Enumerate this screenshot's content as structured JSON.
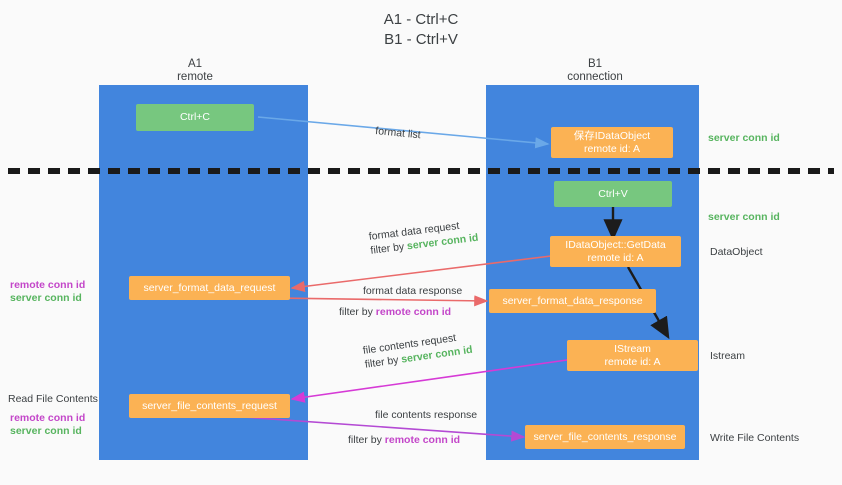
{
  "title": {
    "line1": "A1 - Ctrl+C",
    "line2": "B1 - Ctrl+V"
  },
  "lanes": [
    {
      "name": "A1",
      "role": "remote"
    },
    {
      "name": "B1",
      "role": "connection"
    }
  ],
  "nodes": {
    "ctrl_c": {
      "label": "Ctrl+C",
      "color": "#77c77f"
    },
    "save_idataobject": {
      "line1": "保存IDataObject",
      "line2": "remote id: A",
      "color": "#fbb254"
    },
    "ctrl_v": {
      "label": "Ctrl+V",
      "color": "#77c77f"
    },
    "getdata": {
      "line1": "IDataObject::GetData",
      "line2": "remote id: A",
      "color": "#fbb254"
    },
    "fmt_req": {
      "label": "server_format_data_request",
      "color": "#fbb254"
    },
    "fmt_res": {
      "label": "server_format_data_response",
      "color": "#fbb254"
    },
    "istream": {
      "line1": "IStream",
      "line2": "remote id: A",
      "color": "#fbb254"
    },
    "file_req": {
      "label": "server_file_contents_request",
      "color": "#fbb254"
    },
    "file_res": {
      "label": "server_file_contents_response",
      "color": "#fbb254"
    }
  },
  "edges": {
    "format_list": {
      "label": "format list",
      "color": "#6aa8e8"
    },
    "fmt_data_request": {
      "l1": "format data request",
      "l2_pre": "filter by ",
      "l2_key": "server conn id",
      "color": "#ea6a6a"
    },
    "fmt_data_response": {
      "l1": "format data response",
      "l2_pre": "filter by ",
      "l2_key": "remote conn id",
      "color": "#ea6a6a"
    },
    "file_contents_request": {
      "l1": "file contents request",
      "l2_pre": "filter by ",
      "l2_key": "server conn id",
      "color": "#d63ad6"
    },
    "file_contents_response": {
      "l1": "file contents response",
      "l2_pre": "filter by ",
      "l2_key": "remote conn id",
      "color": "#b44ad4"
    }
  },
  "annotations": {
    "right": [
      {
        "text": "server conn id",
        "kind": "green"
      },
      {
        "text": "server conn id",
        "kind": "green"
      },
      {
        "text": "DataObject",
        "kind": "plain"
      },
      {
        "text": "Istream",
        "kind": "plain"
      },
      {
        "text": "Write File Contents",
        "kind": "plain"
      }
    ],
    "left": [
      {
        "text": "remote conn id",
        "kind": "purple"
      },
      {
        "text": "server conn id",
        "kind": "green"
      },
      {
        "text": "Read File Contents",
        "kind": "plain"
      },
      {
        "text": "remote conn id",
        "kind": "purple"
      },
      {
        "text": "server conn id",
        "kind": "green"
      }
    ]
  },
  "colors": {
    "lane": "#4285dd",
    "green_box": "#77c77f",
    "orange_box": "#fbb254",
    "green_text": "#57b45f",
    "purple_text": "#c346c9",
    "divider": "#1a1a1a",
    "background": "#fafafa"
  }
}
